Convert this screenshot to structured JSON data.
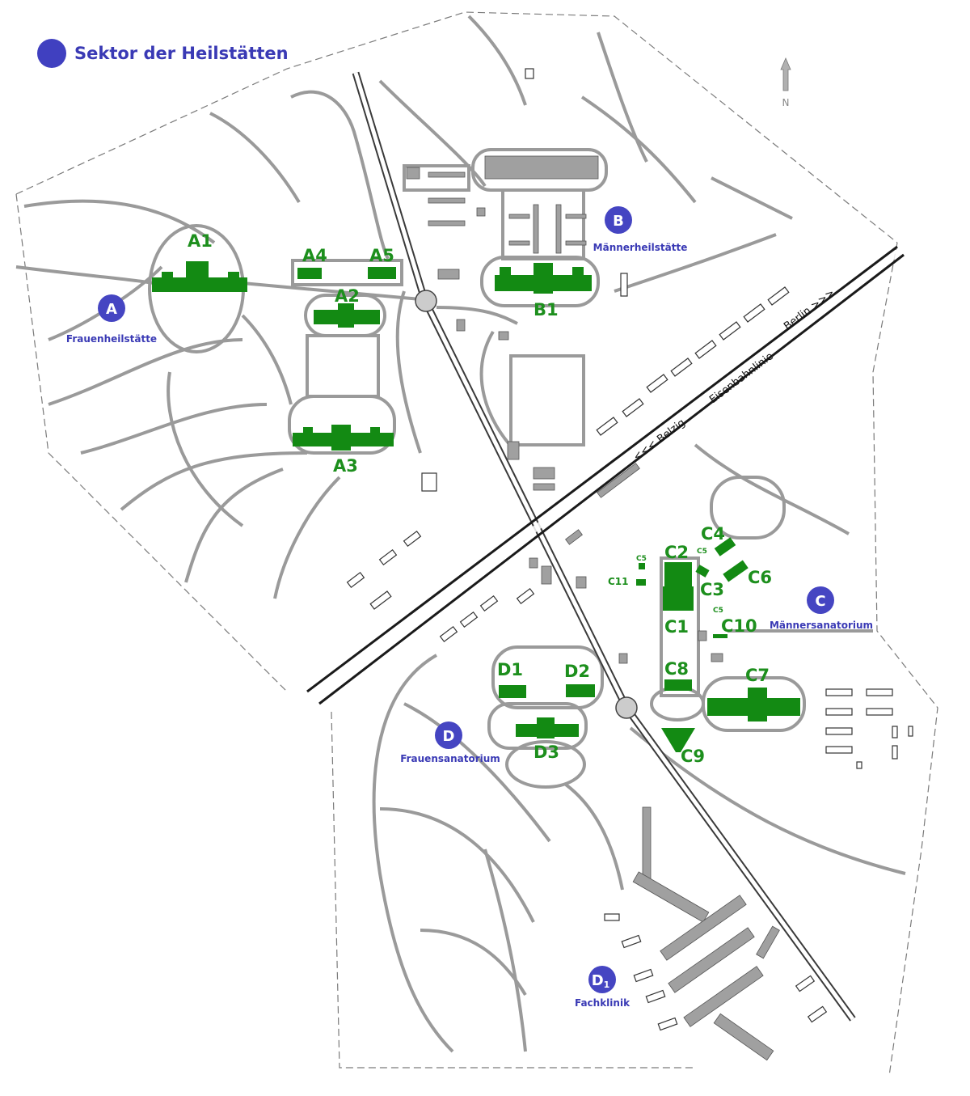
{
  "legend": {
    "label": "Sektor der Heilstätten",
    "color": "#4040c0"
  },
  "north": {
    "label": "N"
  },
  "sectors": {
    "A": {
      "letter": "A",
      "name": "Frauenheilstätte"
    },
    "B": {
      "letter": "B",
      "name": "Männerheilstätte"
    },
    "C": {
      "letter": "C",
      "name": "Männersanatorium"
    },
    "D": {
      "letter": "D",
      "name": "Frauensanatorium"
    },
    "D1": {
      "letter": "D",
      "sub": "1",
      "name": "Fachklinik"
    }
  },
  "buildings": {
    "A1": "A1",
    "A2": "A2",
    "A3": "A3",
    "A4": "A4",
    "A5": "A5",
    "B1": "B1",
    "C1": "C1",
    "C2": "C2",
    "C3": "C3",
    "C4": "C4",
    "C5": "C5",
    "C6": "C6",
    "C7": "C7",
    "C8": "C8",
    "C9": "C9",
    "C10": "C10",
    "C11": "C11",
    "D1": "D1",
    "D2": "D2",
    "D3": "D3"
  },
  "railway": {
    "line": "Eisenbahnlinie",
    "west": "<<< Belzig",
    "east": "Berlin >>>"
  },
  "colors": {
    "building": "#138a13",
    "label": "#1d8f1d",
    "sector": "#4545c2"
  }
}
